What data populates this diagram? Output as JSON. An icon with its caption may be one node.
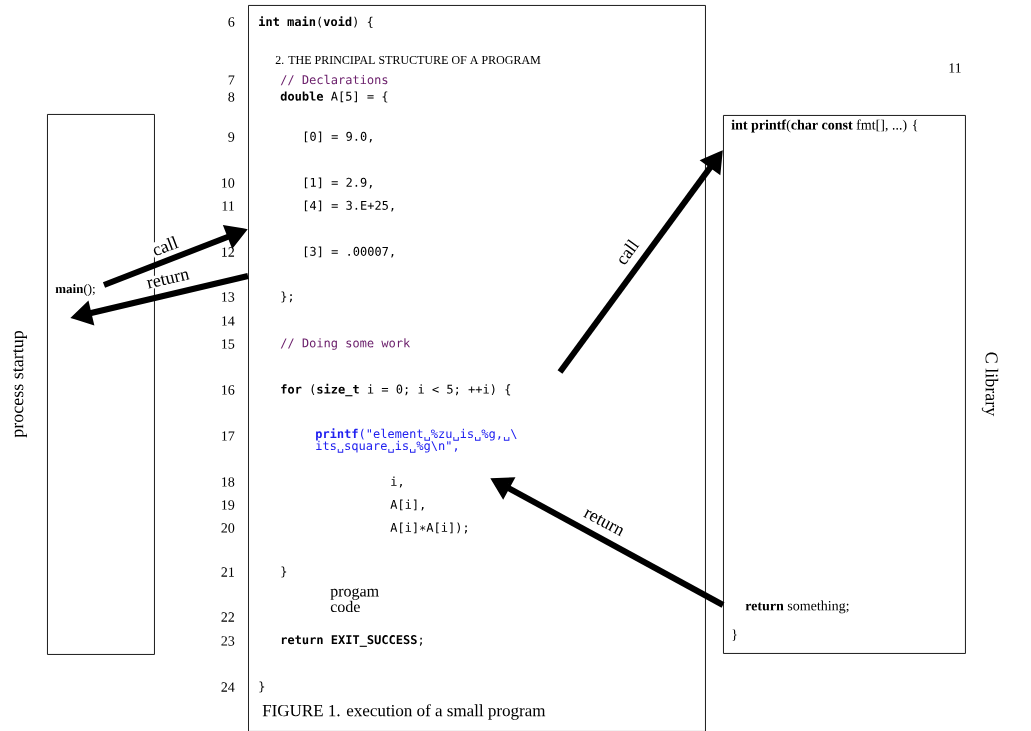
{
  "diagram": {
    "caption": "FIGURE 1. execution of a small program",
    "nodes": [
      {
        "text": [
          "**main**();"
        ],
        "beside": [
          "process startup"
        ]
      },
      {
        "text": [
          "**int** **main**(**void**) {",
          "// Declarations",
          "**double** A[5] = {",
          "[0] = 9.0,",
          "[1] = 2.9,",
          "[4] = 3.E+25,",
          "[3] = .00007,",
          "};",
          "// Doing some work",
          "**for** (**size_t** i = 0; i < 5; ++i) {",
          "**printf**(\"element␣%zu␣is␣%g,␣\\ its␣square␣is␣%g\\n\",",
          "i,",
          "A[i],",
          "A[i]∗A[i]);",
          "}",
          "**return** **EXIT_SUCCESS**;",
          "}",
          "progam code"
        ]
      },
      {
        "text": [
          "**int** **printf**(**char** **const** fmt[], ...) {",
          "**return** something;",
          "}"
        ],
        "beside": [
          "C library"
        ]
      }
    ],
    "edges": [
      {
        "from": 0,
        "to": 1,
        "arrow": "to",
        "label": "call"
      },
      {
        "from": 1,
        "to": 0,
        "arrow": "to",
        "label": "return"
      },
      {
        "from": 1,
        "to": 2,
        "arrow": "to",
        "label": "call"
      },
      {
        "from": 2,
        "to": 1,
        "arrow": "to",
        "label": "return"
      }
    ],
    "labels": [
      "2. THE PRINCIPAL STRUCTURE OF A PROGRAM",
      "11",
      "6",
      "7",
      "8",
      "9",
      "10",
      "11",
      "12",
      "13",
      "14",
      "15",
      "16",
      "17",
      "18",
      "19",
      "20",
      "21",
      "22",
      "23",
      "24"
    ]
  }
}
